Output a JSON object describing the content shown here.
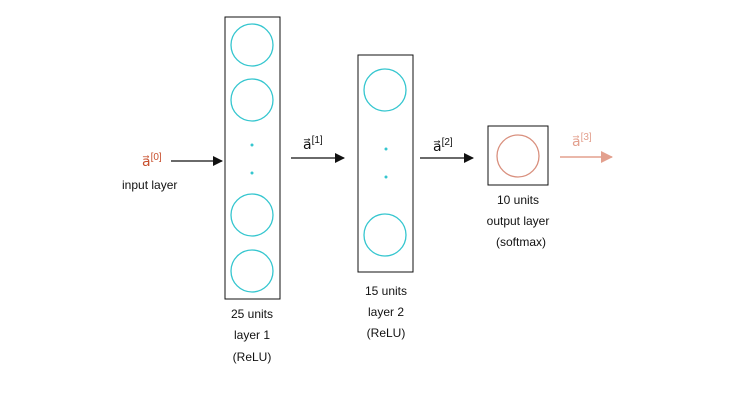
{
  "colors": {
    "neuron": "#35c6cf",
    "input_activation": "#c8502e",
    "output_activation": "#e3a08e",
    "output_neuron": "#d9907e",
    "line": "#111111"
  },
  "input": {
    "activation_base": "a⃗",
    "activation_sup": "[0]",
    "label": "input layer"
  },
  "layer1": {
    "units": "25 units",
    "name": "layer 1",
    "activation_fn": "(ReLU)",
    "output_base": "a⃗",
    "output_sup": "[1]"
  },
  "layer2": {
    "units": "15 units",
    "name": "layer 2",
    "activation_fn": "(ReLU)",
    "output_base": "a⃗",
    "output_sup": "[2]"
  },
  "output_layer": {
    "units": "10 units",
    "name": "output layer",
    "activation_fn": "(softmax)",
    "output_base": "a⃗",
    "output_sup": "[3]"
  }
}
